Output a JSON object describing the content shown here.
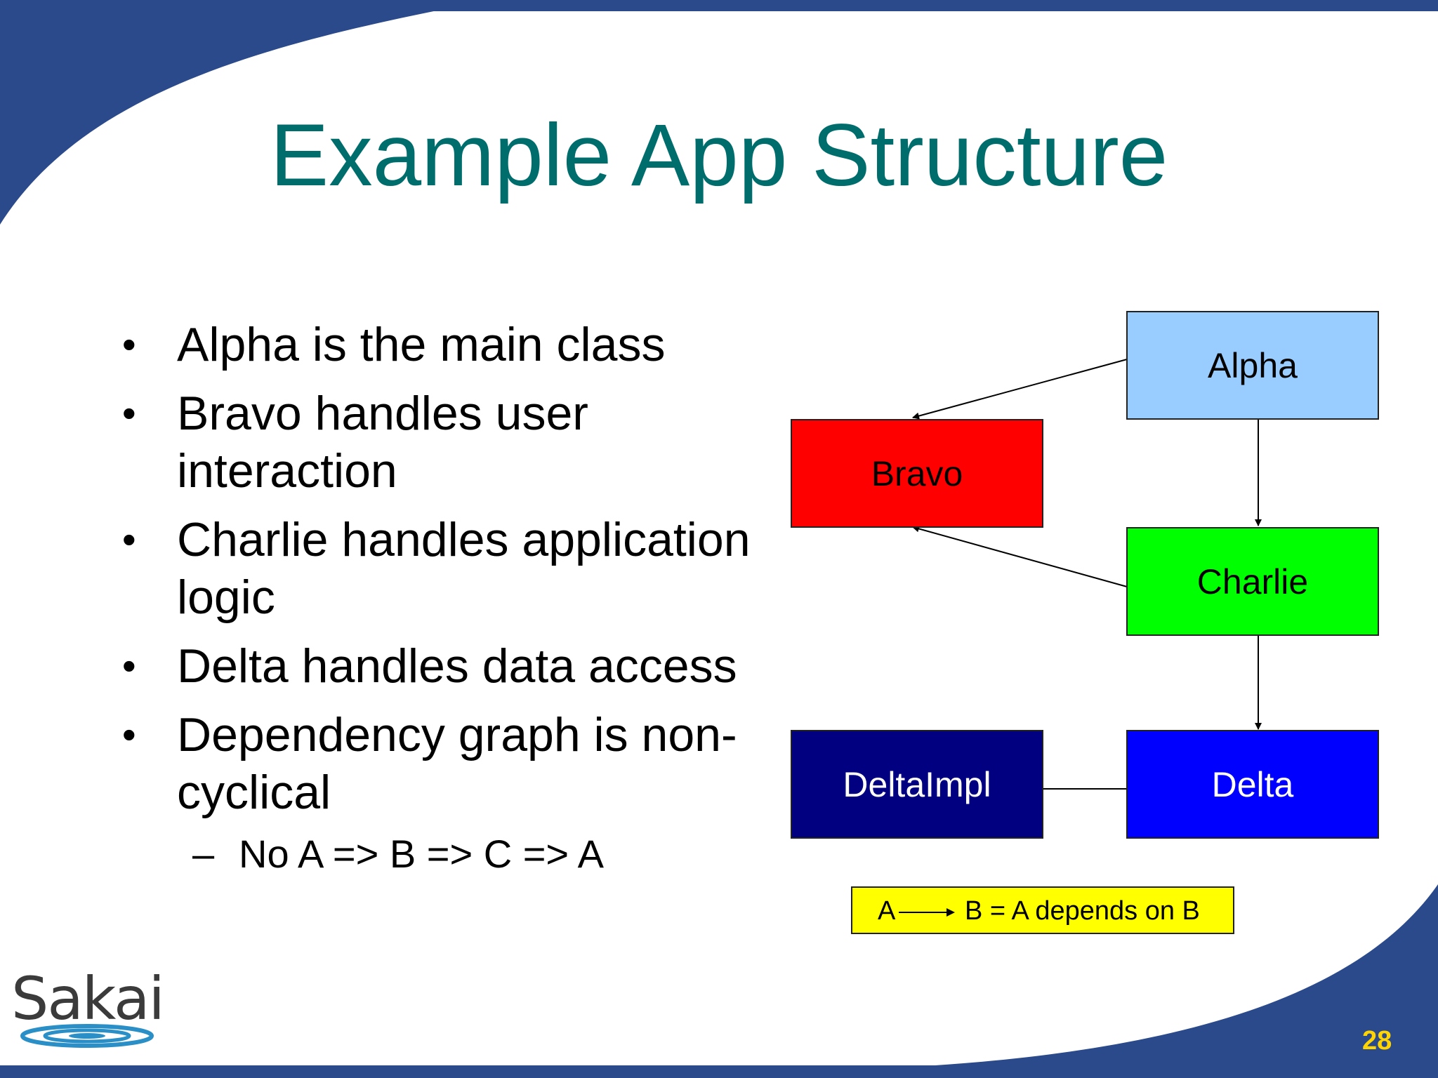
{
  "slide": {
    "title": "Example App Structure",
    "page_number": "28",
    "colors": {
      "theme_blue": "#2b4a8b",
      "title_teal": "#006d6d",
      "page_number": "#ffd400"
    }
  },
  "bullets": [
    {
      "text": "Alpha is the main class"
    },
    {
      "text": "Bravo handles user interaction"
    },
    {
      "text": "Charlie handles application logic"
    },
    {
      "text": "Delta handles data access"
    },
    {
      "text": "Dependency graph is non-cyclical"
    }
  ],
  "sub_bullet": "No A => B => C => A",
  "bullet_symbol": "•",
  "sub_bullet_symbol": "–",
  "diagram": {
    "nodes": {
      "alpha": {
        "label": "Alpha",
        "color": "#99ccff",
        "text_color": "#000000"
      },
      "bravo": {
        "label": "Bravo",
        "color": "#ff0000",
        "text_color": "#000000"
      },
      "charlie": {
        "label": "Charlie",
        "color": "#00ff00",
        "text_color": "#000000"
      },
      "deltaimpl": {
        "label": "DeltaImpl",
        "color": "#000080",
        "text_color": "#ffffff"
      },
      "delta": {
        "label": "Delta",
        "color": "#0000ff",
        "text_color": "#ffffff"
      }
    },
    "edges": [
      {
        "from": "Alpha",
        "to": "Bravo",
        "arrow": true
      },
      {
        "from": "Alpha",
        "to": "Charlie",
        "arrow": true
      },
      {
        "from": "Charlie",
        "to": "Bravo",
        "arrow": true
      },
      {
        "from": "Charlie",
        "to": "Delta",
        "arrow": true
      },
      {
        "from": "DeltaImpl",
        "to": "Delta",
        "arrow": false
      }
    ],
    "legend": {
      "left": "A",
      "right": "B = A depends on B",
      "color": "#ffff00"
    }
  },
  "logo": {
    "text": "Sakai",
    "icon": "water-ripple-icon"
  }
}
